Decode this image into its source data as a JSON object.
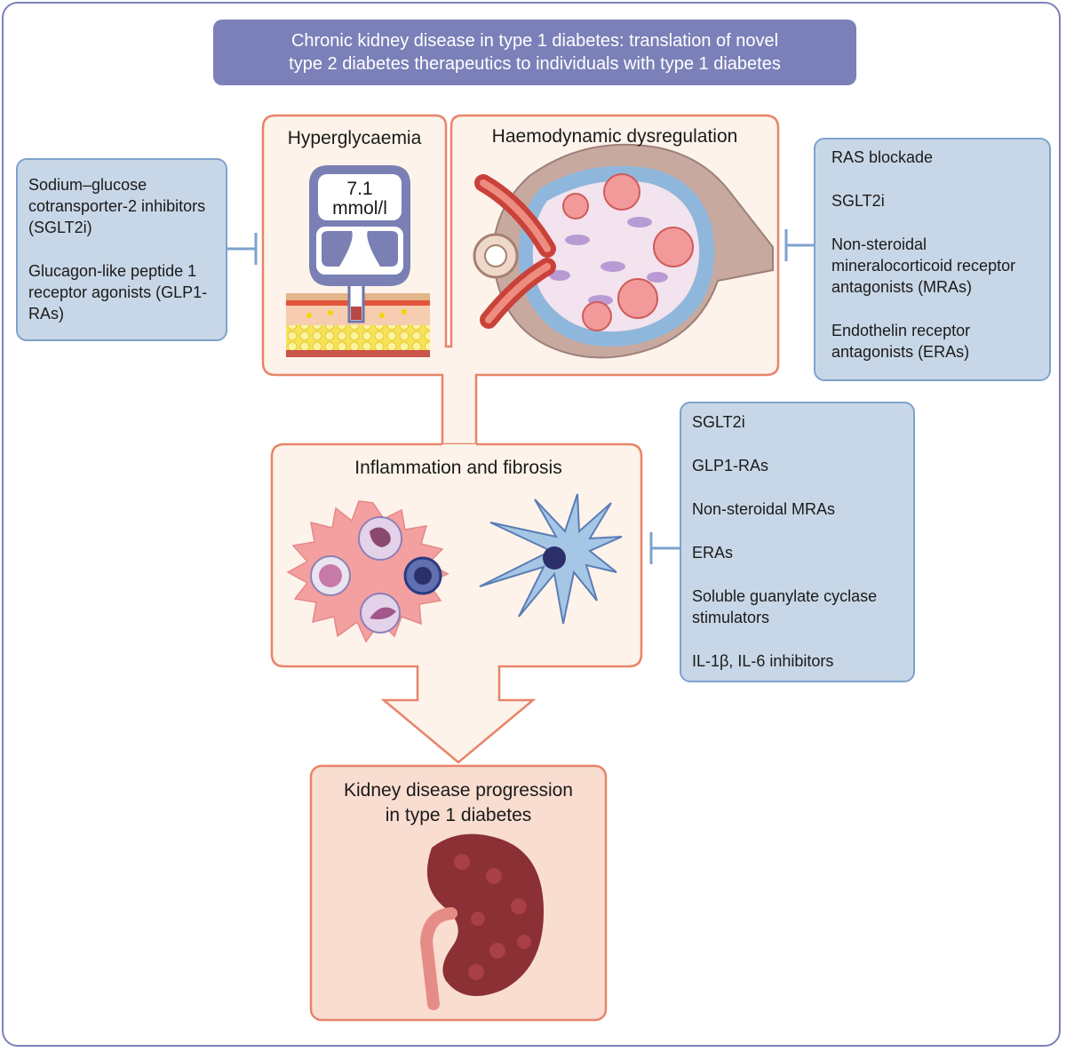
{
  "title": {
    "line1": "Chronic kidney disease in type 1 diabetes: translation of novel",
    "line2": "type 2 diabetes therapeutics to individuals with type 1 diabetes"
  },
  "hyperglycaemia": {
    "label": "Hyperglycaemia",
    "meter_value": "7.1",
    "meter_unit": "mmol/l"
  },
  "haemodynamic": {
    "label": "Haemodynamic dysregulation"
  },
  "inflammation": {
    "label": "Inflammation and fibrosis"
  },
  "progression": {
    "line1": "Kidney disease progression",
    "line2": "in type 1 diabetes"
  },
  "left_therapies": [
    "Sodium–glucose cotransporter-2 inhibitors (SGLT2i)",
    "Glucagon-like peptide 1 receptor agonists (GLP1-RAs)"
  ],
  "right_top_therapies": [
    "RAS blockade",
    "SGLT2i",
    "Non-steroidal mineralocorticoid receptor antagonists (MRAs)",
    "Endothelin receptor antagonists (ERAs)"
  ],
  "right_mid_therapies": [
    "SGLT2i",
    "GLP1-RAs",
    "Non-steroidal MRAs",
    "ERAs",
    "Soluble guanylate cyclase stimulators",
    "IL-1β, IL-6 inhibitors"
  ],
  "colors": {
    "frame": "#7b80b8",
    "title_bg": "#7b80b8",
    "box_border": "#e8846a",
    "box_fill": "#fdf3ea",
    "progression_fill": "#f9ddd0",
    "therapy_fill": "#c8d7e7",
    "therapy_border": "#7ea2cc"
  }
}
